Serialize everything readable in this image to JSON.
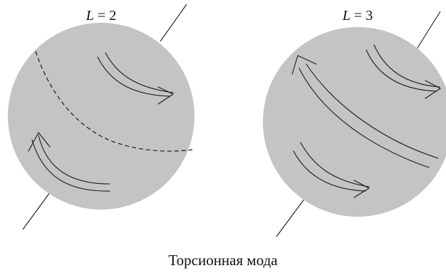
{
  "panels": [
    {
      "label_var": "L",
      "label_eq": " = 2"
    },
    {
      "label_var": "L",
      "label_eq": " = 3"
    }
  ],
  "caption": "Торсионная мода"
}
